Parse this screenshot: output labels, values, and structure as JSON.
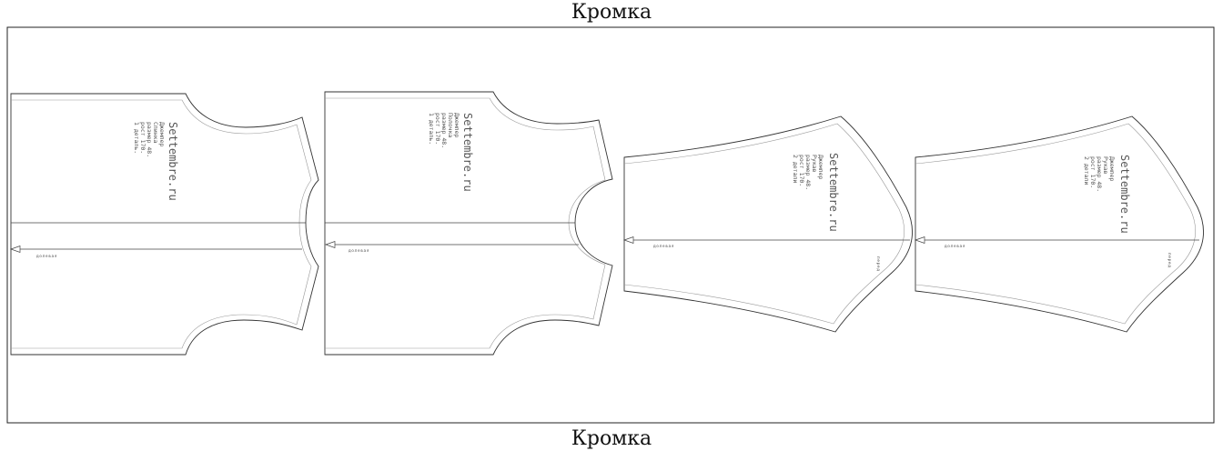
{
  "edge_labels": {
    "top": "Кромка",
    "bottom": "Кромка"
  },
  "pieces": [
    {
      "title": "Settembre.ru",
      "lines": [
        "Джемпер",
        "Спинка",
        "размер   48.",
        "рост   170.",
        "1 деталь."
      ],
      "grain": "долевая"
    },
    {
      "title": "Settembre.ru",
      "lines": [
        "Джемпер",
        "Полочка",
        "размер   48.",
        "рост   170.",
        "1 деталь."
      ],
      "grain": "долевая"
    },
    {
      "title": "Settembre.ru",
      "lines": [
        "Джемпер",
        "Рукав",
        "размер   48.",
        "рост   170.",
        "2 детали"
      ],
      "grain": "долевая",
      "front_mark": "перед"
    },
    {
      "title": "Settembre.ru",
      "lines": [
        "Джемпер",
        "Рукав",
        "размер   48.",
        "рост   170.",
        "2 детали"
      ],
      "grain": "долевая",
      "front_mark": "перед"
    }
  ]
}
